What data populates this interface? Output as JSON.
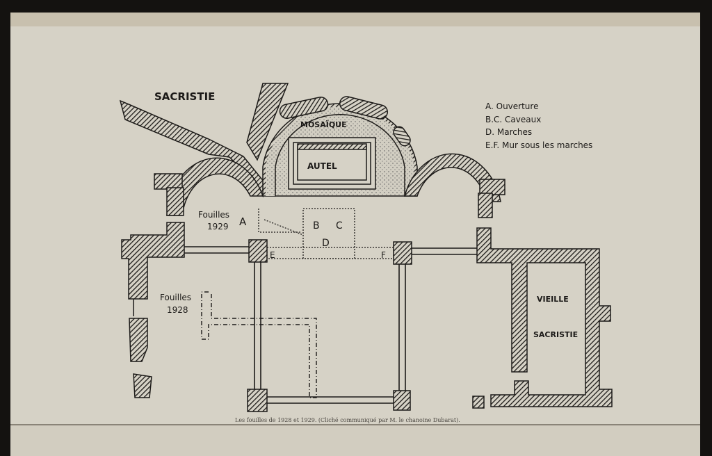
{
  "plan": {
    "labels": {
      "sacristie": "SACRISTIE",
      "mosaique": "MOSAÏQUE",
      "autel": "AUTEL",
      "fouilles_1929": "Fouilles",
      "year_1929": "1929",
      "fouilles_1928": "Fouilles",
      "year_1928": "1928",
      "vieille": "VIEILLE",
      "sacristie_2": "SACRISTIE",
      "A": "A",
      "B": "B",
      "C": "C",
      "D": "D",
      "E": "E",
      "F": "F"
    },
    "legend": [
      "A. Ouverture",
      "B.C. Caveaux",
      "D. Marches",
      "E.F. Mur sous les marches"
    ]
  },
  "caption": "Les fouilles de 1928 et 1929. (Cliché communiqué par M. le chanoine Dubarat).",
  "colors": {
    "page": "#d6d2c6",
    "ink": "#1c1a18",
    "background": "#141210"
  }
}
